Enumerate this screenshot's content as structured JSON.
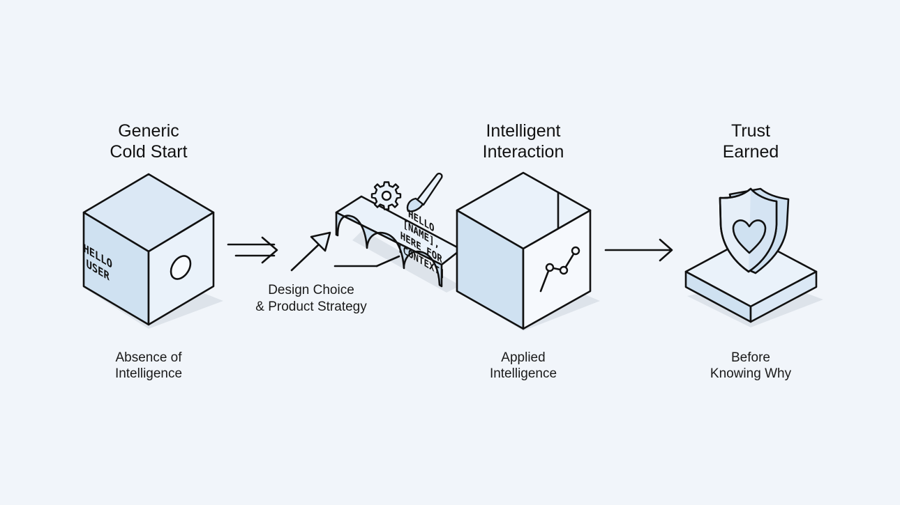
{
  "stages": [
    {
      "title_line1": "Generic",
      "title_line2": "Cold Start",
      "caption_line1": "Absence of",
      "caption_line2": "Intelligence",
      "face_text_line1": "HELLO",
      "face_text_line2": "USER"
    },
    {
      "title_line1": "Intelligent",
      "title_line2": "Interaction",
      "caption_line1": "Applied",
      "caption_line2": "Intelligence",
      "face_text_line1": "HELLO",
      "face_text_line2": "[NAME],",
      "face_text_line3": "HERE FOR",
      "face_text_line4": "[CONTEXT]"
    },
    {
      "title_line1": "Trust",
      "title_line2": "Earned",
      "caption_line1": "Before",
      "caption_line2": "Knowing Why"
    }
  ],
  "transition": {
    "label_line1": "Design Choice",
    "label_line2": "& Product Strategy"
  },
  "icons": [
    "double-arrow-icon",
    "gear-icon",
    "paintbrush-icon",
    "line-chart-icon",
    "shield-heart-icon",
    "arrow-right-icon"
  ],
  "colors": {
    "background": "#f1f5fa",
    "face_light": "#eaf2fa",
    "face_mid": "#dbe8f5",
    "face_dark": "#cfe1f1",
    "stroke": "#111111"
  }
}
